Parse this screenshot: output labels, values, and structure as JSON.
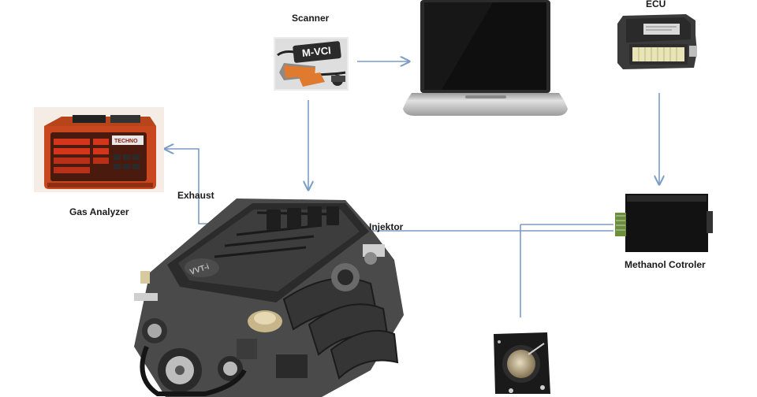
{
  "labels": {
    "scanner": "Scanner",
    "ecu": "ECU",
    "gas_analyzer": "Gas Analyzer",
    "exhaust": "Exhaust",
    "injektor": "Injektor",
    "methanol_controller": "Methanol Cotroler"
  },
  "devices": {
    "scanner_screen_text": "M-VCI",
    "gas_analyzer_brand": "TECHNO",
    "engine_cover_text": "VVT-i"
  },
  "colors": {
    "arrow": "#7a9cc6",
    "analyzer_body": "#c8471e",
    "scanner_orange": "#e07a2e"
  }
}
